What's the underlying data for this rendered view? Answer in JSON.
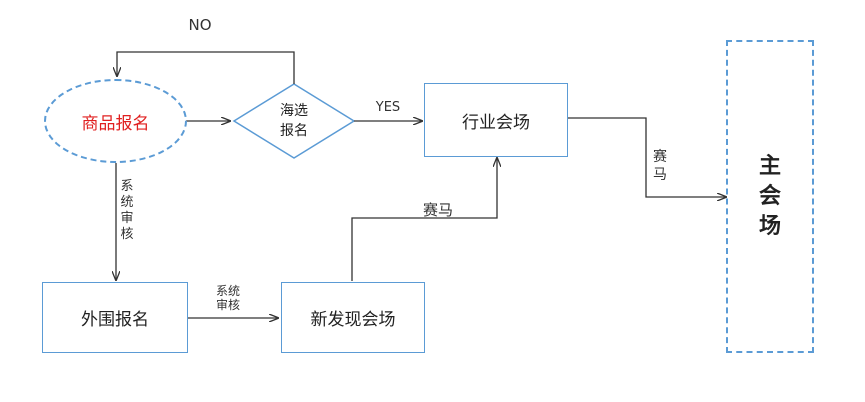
{
  "nodes": {
    "product_signup": "商品报名",
    "screening_line1": "海选",
    "screening_line2": "报名",
    "industry_venue": "行业会场",
    "outer_signup": "外围报名",
    "new_discovery_venue": "新发现会场",
    "main_venue_chars": [
      "主",
      "会",
      "场"
    ]
  },
  "edge_labels": {
    "no": "NO",
    "yes": "YES",
    "race_horizontal": "赛马",
    "race_vertical_chars": [
      "赛",
      "马"
    ],
    "system_review_vertical_chars": [
      "系",
      "统",
      "审",
      "核"
    ],
    "system_review_line1": "系统",
    "system_review_line2": "审核"
  },
  "colors": {
    "node_border": "#5b9bd5",
    "arrow": "#333333",
    "highlight_text": "#e02020"
  }
}
